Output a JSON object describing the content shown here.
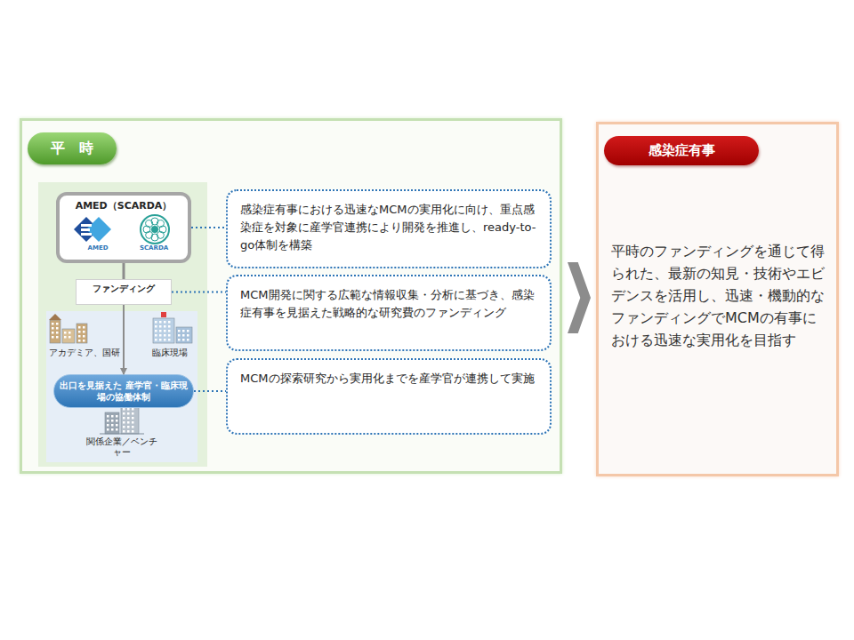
{
  "diagram": {
    "nodes": [
      {
        "text": [
          "平　時"
        ]
      },
      {
        "text": [
          "AMED（SCARDA）"
        ],
        "in": 0
      },
      {
        "text": [
          "ファンディング"
        ],
        "in": 0
      },
      {
        "text": [
          "出口を見据えた 産学官・臨床現場の協働体制"
        ],
        "in": 0
      },
      {
        "text": [
          "感染症有事における迅速なMCMの実用化に向け、重点感染症を対象に産学官連携により開発を推進し、ready-to-go体制を構築"
        ],
        "in": 0
      },
      {
        "text": [
          "MCM開発に関する広範な情報収集・分析に基づき、感染症有事を見据えた戦略的な研究費のファンディング"
        ],
        "in": 0
      },
      {
        "text": [
          "MCMの探索研究から実用化までを産学官が連携して実施"
        ],
        "in": 0
      },
      {
        "text": [
          "感染症有事",
          "平時のファンディングを通じて得られた、最新の知見・技術やエビデンスを活用し、迅速・機動的なファンディングでMCMの有事における迅速な実用化を目指す"
        ]
      }
    ],
    "edges": [
      {
        "from": 1,
        "to": 2,
        "arrow": "none"
      },
      {
        "from": 2,
        "to": 3,
        "arrow": "to"
      },
      {
        "from": 1,
        "to": 4,
        "arrow": "none"
      },
      {
        "from": 2,
        "to": 5,
        "arrow": "none"
      },
      {
        "from": 3,
        "to": 6,
        "arrow": "none"
      },
      {
        "from": 0,
        "to": 7,
        "arrow": "to"
      }
    ],
    "labels": [
      "AMED",
      "SCARDA",
      "アカデミア、国研",
      "臨床現場",
      "関係企業／ベンチャー"
    ]
  }
}
